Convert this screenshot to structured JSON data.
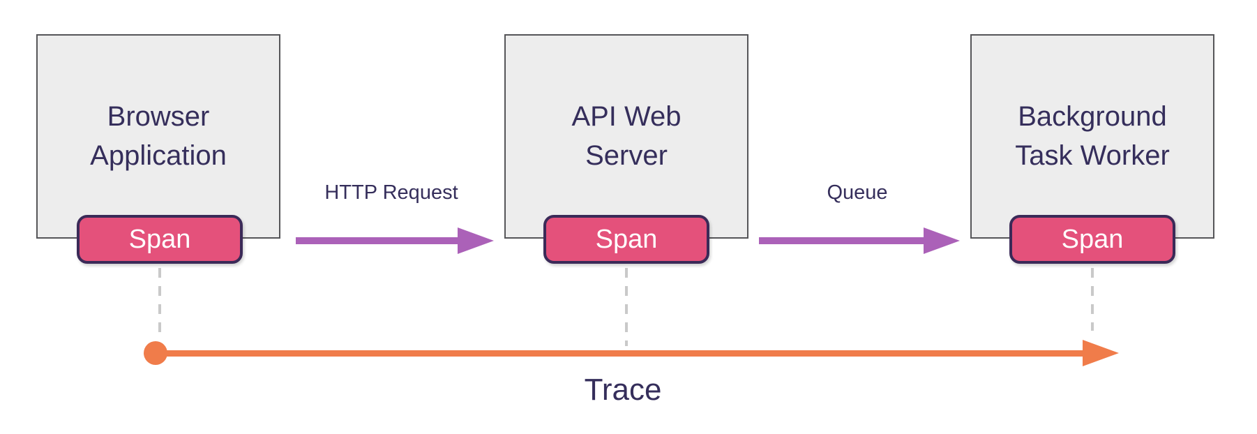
{
  "diagram": {
    "description_colors": {
      "node_fill": "#ededed",
      "node_border": "#555558",
      "text_dark": "#352e5b",
      "span_fill": "#e4517b",
      "span_border": "#3b2a58",
      "span_text": "#ffffff",
      "arrow_purple": "#ab61b8",
      "trace_orange": "#f07c4a",
      "connector_gray": "#c9c9c9"
    }
  },
  "nodes": [
    {
      "id": "browser-application",
      "label_lines": [
        "Browser",
        "Application"
      ],
      "span_label": "Span"
    },
    {
      "id": "api-web-server",
      "label_lines": [
        "API Web",
        "Server"
      ],
      "span_label": "Span"
    },
    {
      "id": "background-task-worker",
      "label_lines": [
        "Background",
        "Task Worker"
      ],
      "span_label": "Span"
    }
  ],
  "edges": [
    {
      "label": "HTTP Request"
    },
    {
      "label": "Queue"
    }
  ],
  "trace": {
    "label": "Trace"
  }
}
